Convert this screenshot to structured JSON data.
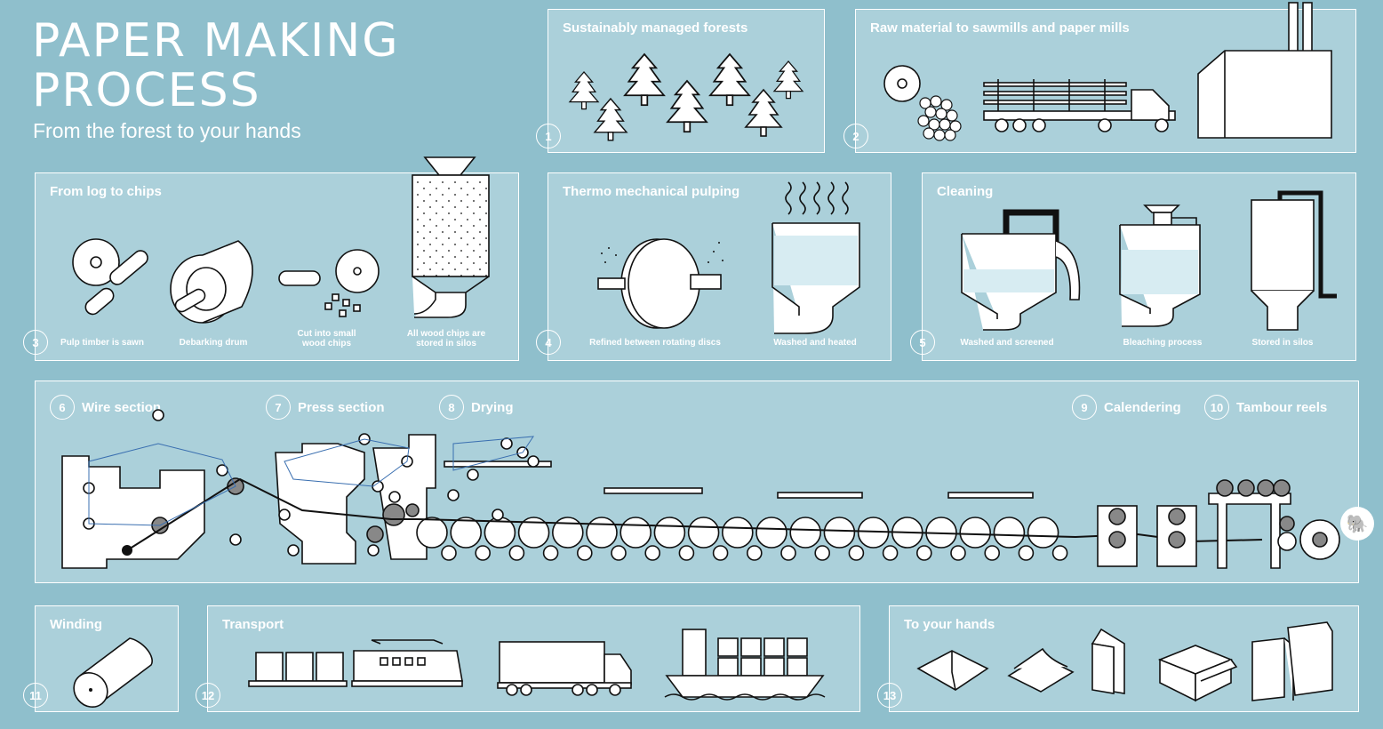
{
  "title_line1": "PAPER MAKING",
  "title_line2": "PROCESS",
  "subtitle": "From the forest to your hands",
  "panels": {
    "forests": {
      "num": "1",
      "title": "Sustainably managed forests"
    },
    "raw": {
      "num": "2",
      "title": "Raw material to sawmills and paper mills"
    },
    "chips": {
      "num": "3",
      "title": "From log to chips",
      "captions": [
        "Pulp timber is sawn",
        "Debarking drum",
        "Cut into small wood chips",
        "All wood chips are stored in silos"
      ]
    },
    "pulping": {
      "num": "4",
      "title": "Thermo mechanical pulping",
      "captions": [
        "Refined between rotating discs",
        "Washed and heated"
      ]
    },
    "cleaning": {
      "num": "5",
      "title": "Cleaning",
      "captions": [
        "Washed and screened",
        "Bleaching process",
        "Stored in silos"
      ]
    },
    "machine": {
      "stages": [
        {
          "num": "6",
          "label": "Wire section"
        },
        {
          "num": "7",
          "label": "Press section"
        },
        {
          "num": "8",
          "label": "Drying"
        },
        {
          "num": "9",
          "label": "Calendering"
        },
        {
          "num": "10",
          "label": "Tambour reels"
        }
      ]
    },
    "winding": {
      "num": "11",
      "title": "Winding"
    },
    "transport": {
      "num": "12",
      "title": "Transport"
    },
    "hands": {
      "num": "13",
      "title": "To your hands"
    }
  },
  "icons": [
    "tree-icon",
    "saw-blade-icon",
    "log-truck-icon",
    "factory-icon",
    "silo-icon",
    "refiner-disc-icon",
    "paper-machine-icon",
    "paper-roll-icon",
    "train-icon",
    "truck-icon",
    "ship-icon",
    "book-icon",
    "box-icon",
    "bag-icon",
    "evernote-icon"
  ],
  "colors": {
    "background": "#8fbfcc",
    "panel": "#abd0da",
    "ink": "#111111",
    "accent_line": "#3a6fb0"
  }
}
